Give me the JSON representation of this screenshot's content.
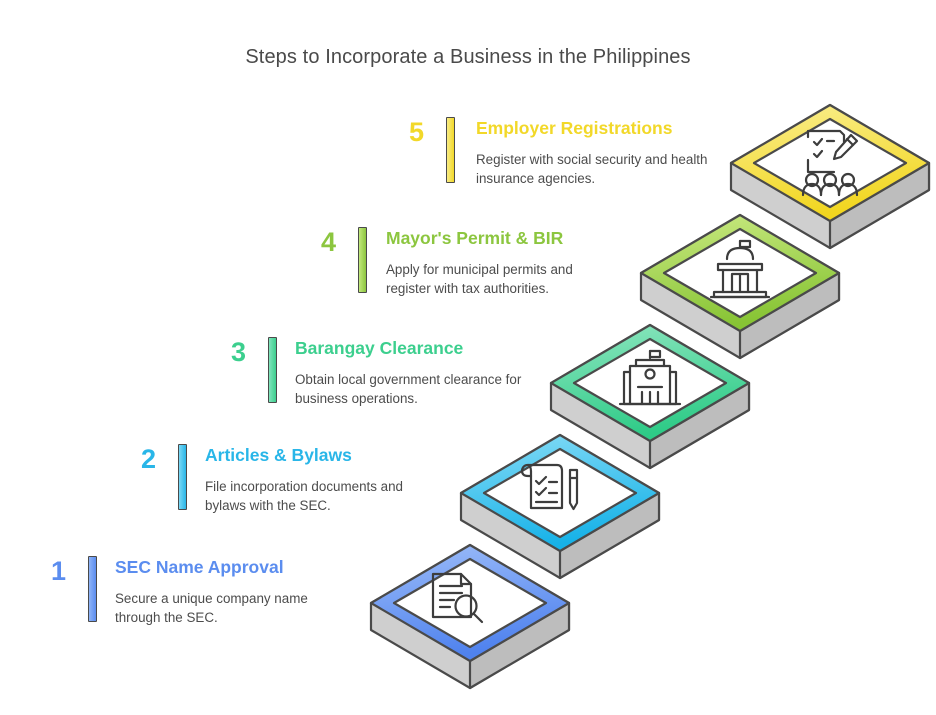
{
  "title": "Steps to Incorporate a Business in the Philippines",
  "background": "#ffffff",
  "title_color": "#4a4a4a",
  "steps": [
    {
      "number": "1",
      "heading": "SEC Name Approval",
      "description": "Secure a unique company name through the SEC.",
      "color": "#5b8def",
      "color_light": "#8fb4f7",
      "icon": "document-search-icon"
    },
    {
      "number": "2",
      "heading": "Articles & Bylaws",
      "description": "File incorporation documents and bylaws with the SEC.",
      "color": "#29b6e8",
      "color_light": "#7bd8f5",
      "icon": "scroll-pen-icon"
    },
    {
      "number": "3",
      "heading": "Barangay Clearance",
      "description": "Obtain local government clearance for business operations.",
      "color": "#3ccf8e",
      "color_light": "#81e3bb",
      "icon": "town-hall-icon"
    },
    {
      "number": "4",
      "heading": "Mayor's Permit & BIR",
      "description": "Apply for municipal permits and register with tax authorities.",
      "color": "#8cc63f",
      "color_light": "#c2e87c",
      "icon": "government-building-icon"
    },
    {
      "number": "5",
      "heading": "Employer Registrations",
      "description": "Register with social security and health insurance agencies.",
      "color": "#f2d829",
      "color_light": "#f8ec86",
      "icon": "registration-form-people-icon"
    }
  ],
  "staircase": {
    "face_fill": "#cfcfcf",
    "face_fill_dark": "#bdbdbd",
    "outline": "#4a4a4a",
    "plate_fill": "#ffffff",
    "icon_stroke": "#3d3d3d"
  }
}
